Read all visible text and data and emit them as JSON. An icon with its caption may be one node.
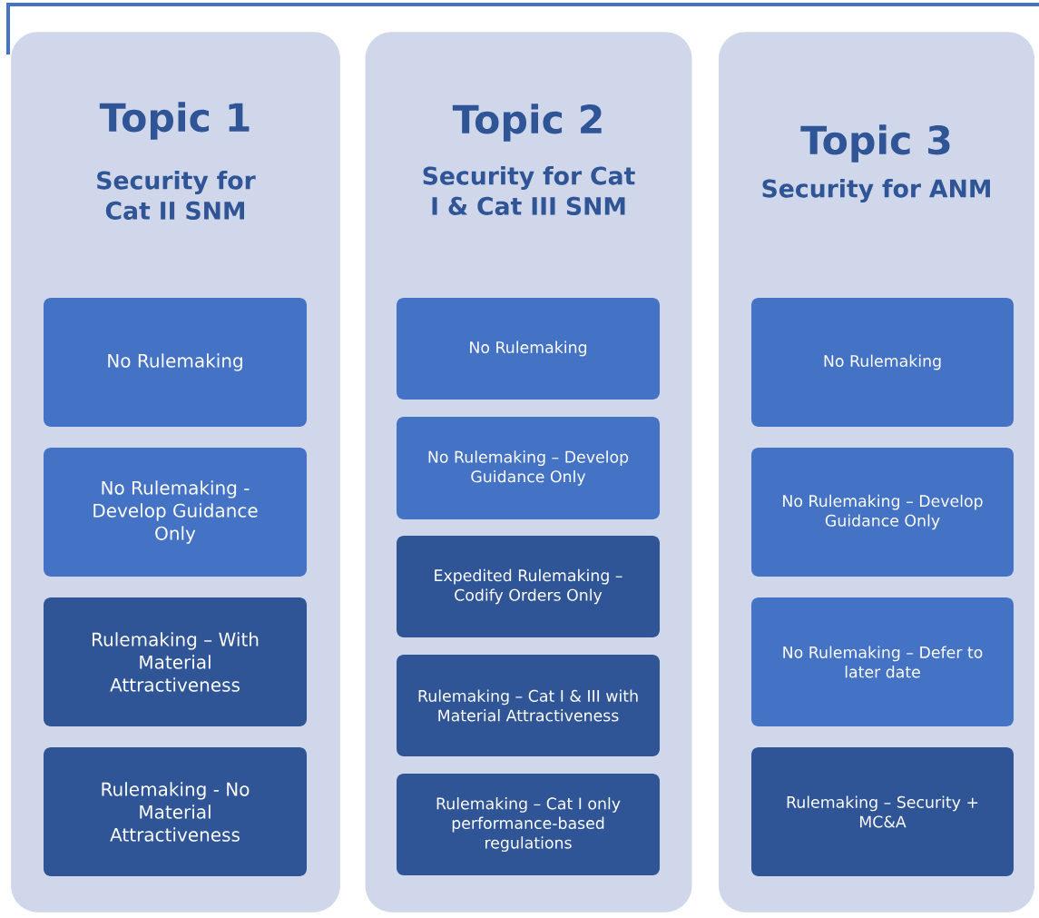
{
  "diagram": {
    "nodes": [
      {
        "text": [
          "Topic 1",
          "Security for Cat II SNM"
        ]
      },
      {
        "text": [
          "No Rulemaking"
        ],
        "in": 0
      },
      {
        "text": [
          "No Rulemaking - Develop Guidance Only"
        ],
        "in": 0
      },
      {
        "text": [
          "Rulemaking – With Material Attractiveness"
        ],
        "in": 0
      },
      {
        "text": [
          "Rulemaking - No Material Attractiveness"
        ],
        "in": 0
      },
      {
        "text": [
          "Topic 2",
          "Security for Cat I & Cat III SNM"
        ]
      },
      {
        "text": [
          "No Rulemaking"
        ],
        "in": 5
      },
      {
        "text": [
          "No Rulemaking – Develop Guidance Only"
        ],
        "in": 5
      },
      {
        "text": [
          "Expedited Rulemaking – Codify Orders Only"
        ],
        "in": 5
      },
      {
        "text": [
          "Rulemaking – Cat I & III with Material Attractiveness"
        ],
        "in": 5
      },
      {
        "text": [
          "Rulemaking – Cat I only performance-based regulations"
        ],
        "in": 5
      },
      {
        "text": [
          "Topic 3",
          "Security for ANM"
        ]
      },
      {
        "text": [
          "No Rulemaking"
        ],
        "in": 11
      },
      {
        "text": [
          "No Rulemaking – Develop Guidance Only"
        ],
        "in": 11
      },
      {
        "text": [
          "No Rulemaking – Defer to later date"
        ],
        "in": 11
      },
      {
        "text": [
          "Rulemaking – Security + MC&A"
        ],
        "in": 11
      }
    ]
  }
}
